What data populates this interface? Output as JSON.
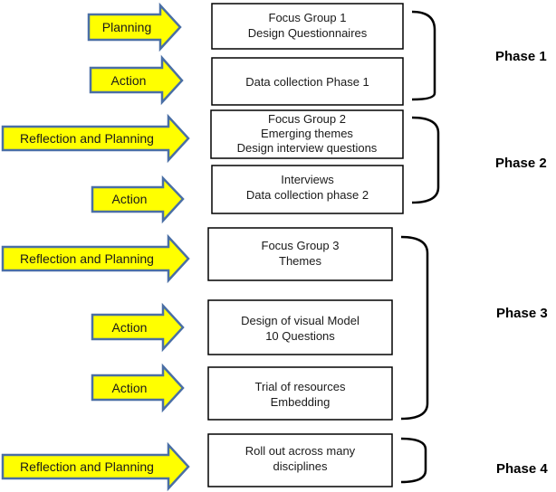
{
  "colors": {
    "arrow_fill": "#ffff00",
    "arrow_stroke": "#4a6fa5",
    "box_stroke": "#000000",
    "bracket_stroke": "#000000"
  },
  "arrows": [
    {
      "label": "Planning"
    },
    {
      "label": "Action"
    },
    {
      "label": "Reflection and Planning"
    },
    {
      "label": "Action"
    },
    {
      "label": "Reflection and Planning"
    },
    {
      "label": "Action"
    },
    {
      "label": "Action"
    },
    {
      "label": "Reflection and Planning"
    }
  ],
  "boxes": [
    {
      "lines": [
        "Focus Group 1",
        "Design Questionnaires"
      ]
    },
    {
      "lines": [
        "Data collection Phase 1"
      ]
    },
    {
      "lines": [
        "Focus Group 2",
        "Emerging themes",
        "Design interview questions"
      ]
    },
    {
      "lines": [
        "Interviews",
        "Data collection phase 2"
      ]
    },
    {
      "lines": [
        "Focus Group 3",
        "Themes"
      ]
    },
    {
      "lines": [
        "Design of visual Model",
        "10 Questions"
      ]
    },
    {
      "lines": [
        "Trial of resources",
        "Embedding"
      ]
    },
    {
      "lines": [
        "Roll out across many",
        "disciplines"
      ]
    }
  ],
  "phases": [
    {
      "label": "Phase 1"
    },
    {
      "label": "Phase 2"
    },
    {
      "label": "Phase 3"
    },
    {
      "label": "Phase 4"
    }
  ]
}
